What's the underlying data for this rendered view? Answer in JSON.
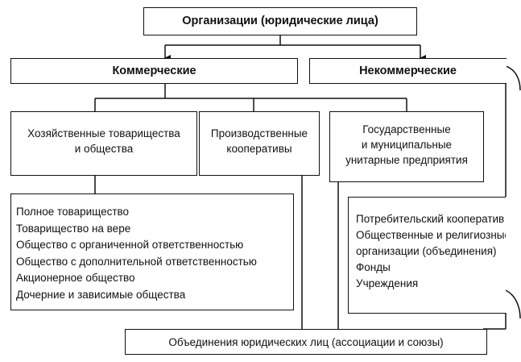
{
  "title": "Организации (юридические лица)",
  "commercial": "Коммерческие",
  "noncommercial": "Некоммерческие",
  "cat1": [
    "Хозяйственные товарищества",
    "и общества"
  ],
  "cat2": [
    "Производственные",
    "кооперативы"
  ],
  "cat3": [
    "Государственные",
    "и муниципальные",
    "унитарные предприятия"
  ],
  "commercial_list": [
    "Полное товарищество",
    "Товарищество на вере",
    "Общество с органиченной ответственностью",
    "Общество с дополнительной ответственностью",
    "Акционерное общество",
    "Дочерние и зависимые общества"
  ],
  "noncommercial_list": [
    "Потребительский кооператив",
    "Общественные и религиозные",
    "организации (объединения)",
    "Фонды",
    "Учреждения"
  ],
  "associations": "Объединения юридических лиц (ассоциации и союзы)"
}
